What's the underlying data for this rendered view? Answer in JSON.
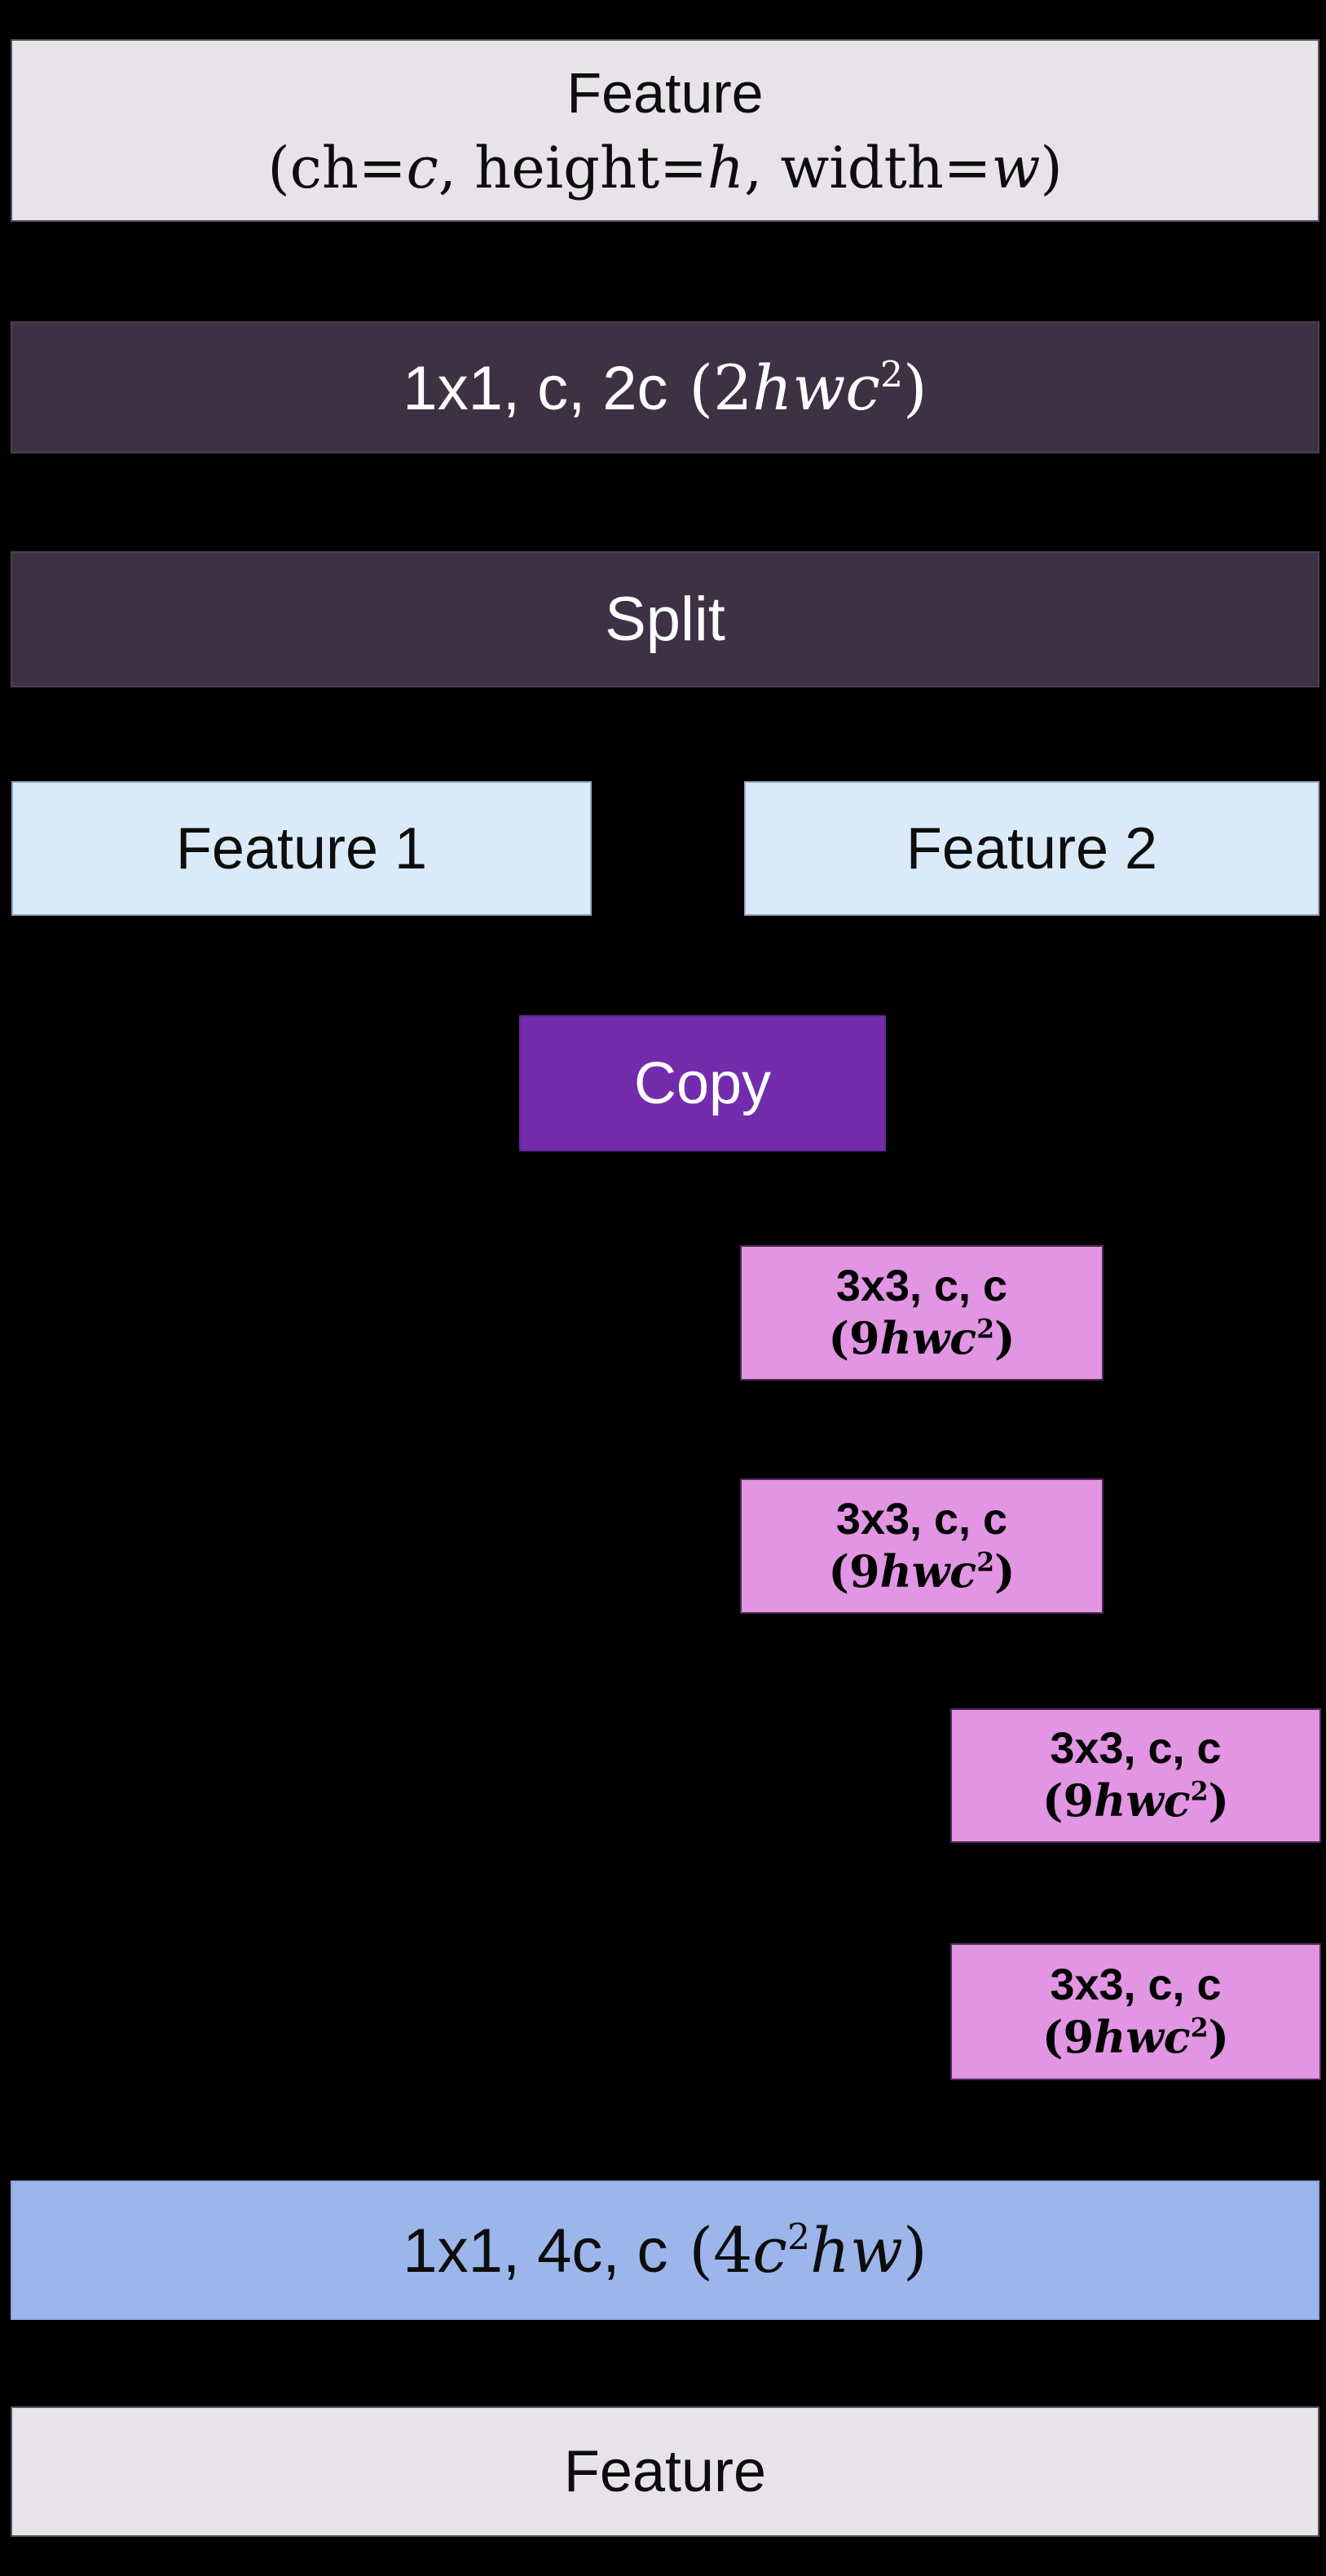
{
  "palette": {
    "background": "#000000",
    "feature_lavender": "#e7e3e9",
    "dark_purple_bar": "#3d3144",
    "split_feature_blue": "#daeaf8",
    "copy_purple": "#732cac",
    "conv_pink": "#e295e3",
    "merge_blue": "#9cb5eb",
    "text_dark": "#0d0d0d",
    "text_light": "#ffffff"
  },
  "nodes": {
    "feature_top": {
      "line1": "Feature",
      "line2": {
        "p1": "(ch=",
        "v1": "c",
        "p2": ", height=",
        "v2": "h",
        "p3": ", width=",
        "v3": "w",
        "p4": ")"
      }
    },
    "conv_expand": {
      "label": "1x1, c, 2c",
      "formula": {
        "open": "(",
        "coeff": "2",
        "vars": "hwc",
        "sup": "2",
        "close": ")"
      }
    },
    "split": {
      "label": "Split"
    },
    "feature1": {
      "label": "Feature 1"
    },
    "feature2": {
      "label": "Feature 2"
    },
    "copy": {
      "label": "Copy"
    },
    "conv3x3": {
      "line1": "3x3, c, c",
      "formula": {
        "open": "(",
        "coeff": "9",
        "vars": "hwc",
        "sup": "2",
        "close": ")"
      }
    },
    "conv_merge": {
      "label": "1x1, 4c, c",
      "formula": {
        "open": "(",
        "coeff": "4",
        "var1": "c",
        "sup": "2",
        "var2": "hw",
        "close": ")"
      }
    },
    "feature_bottom": {
      "label": "Feature"
    }
  }
}
